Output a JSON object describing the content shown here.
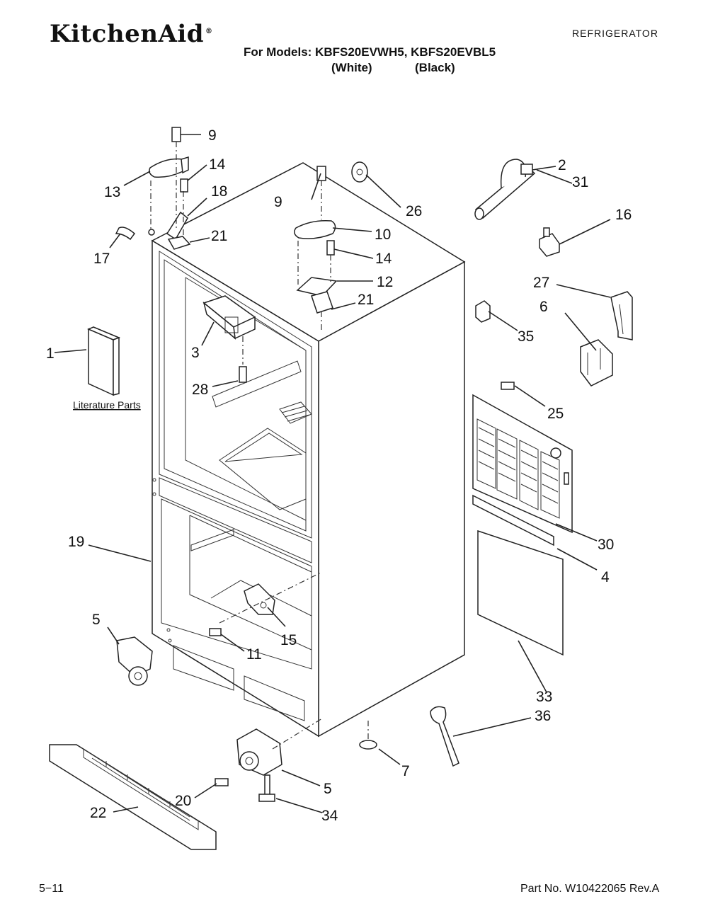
{
  "header": {
    "brand": "KitchenAid",
    "category": "REFRIGERATOR",
    "models_line": "For Models: KBFS20EVWH5, KBFS20EVBL5",
    "variant_white": "(White)",
    "variant_black": "(Black)"
  },
  "literature_label": "Literature Parts",
  "callouts": {
    "c1": "1",
    "c2": "2",
    "c3": "3",
    "c4": "4",
    "c5a": "5",
    "c5b": "5",
    "c6": "6",
    "c7": "7",
    "c9a": "9",
    "c9b": "9",
    "c10": "10",
    "c11": "11",
    "c12": "12",
    "c13": "13",
    "c14a": "14",
    "c14b": "14",
    "c15": "15",
    "c16": "16",
    "c17": "17",
    "c18": "18",
    "c19": "19",
    "c20": "20",
    "c21a": "21",
    "c21b": "21",
    "c22": "22",
    "c25": "25",
    "c26": "26",
    "c27": "27",
    "c28": "28",
    "c30": "30",
    "c31": "31",
    "c33": "33",
    "c34": "34",
    "c35": "35",
    "c36": "36"
  },
  "footer": {
    "page": "5−11",
    "part_no": "Part No. W10422065 Rev.A"
  }
}
